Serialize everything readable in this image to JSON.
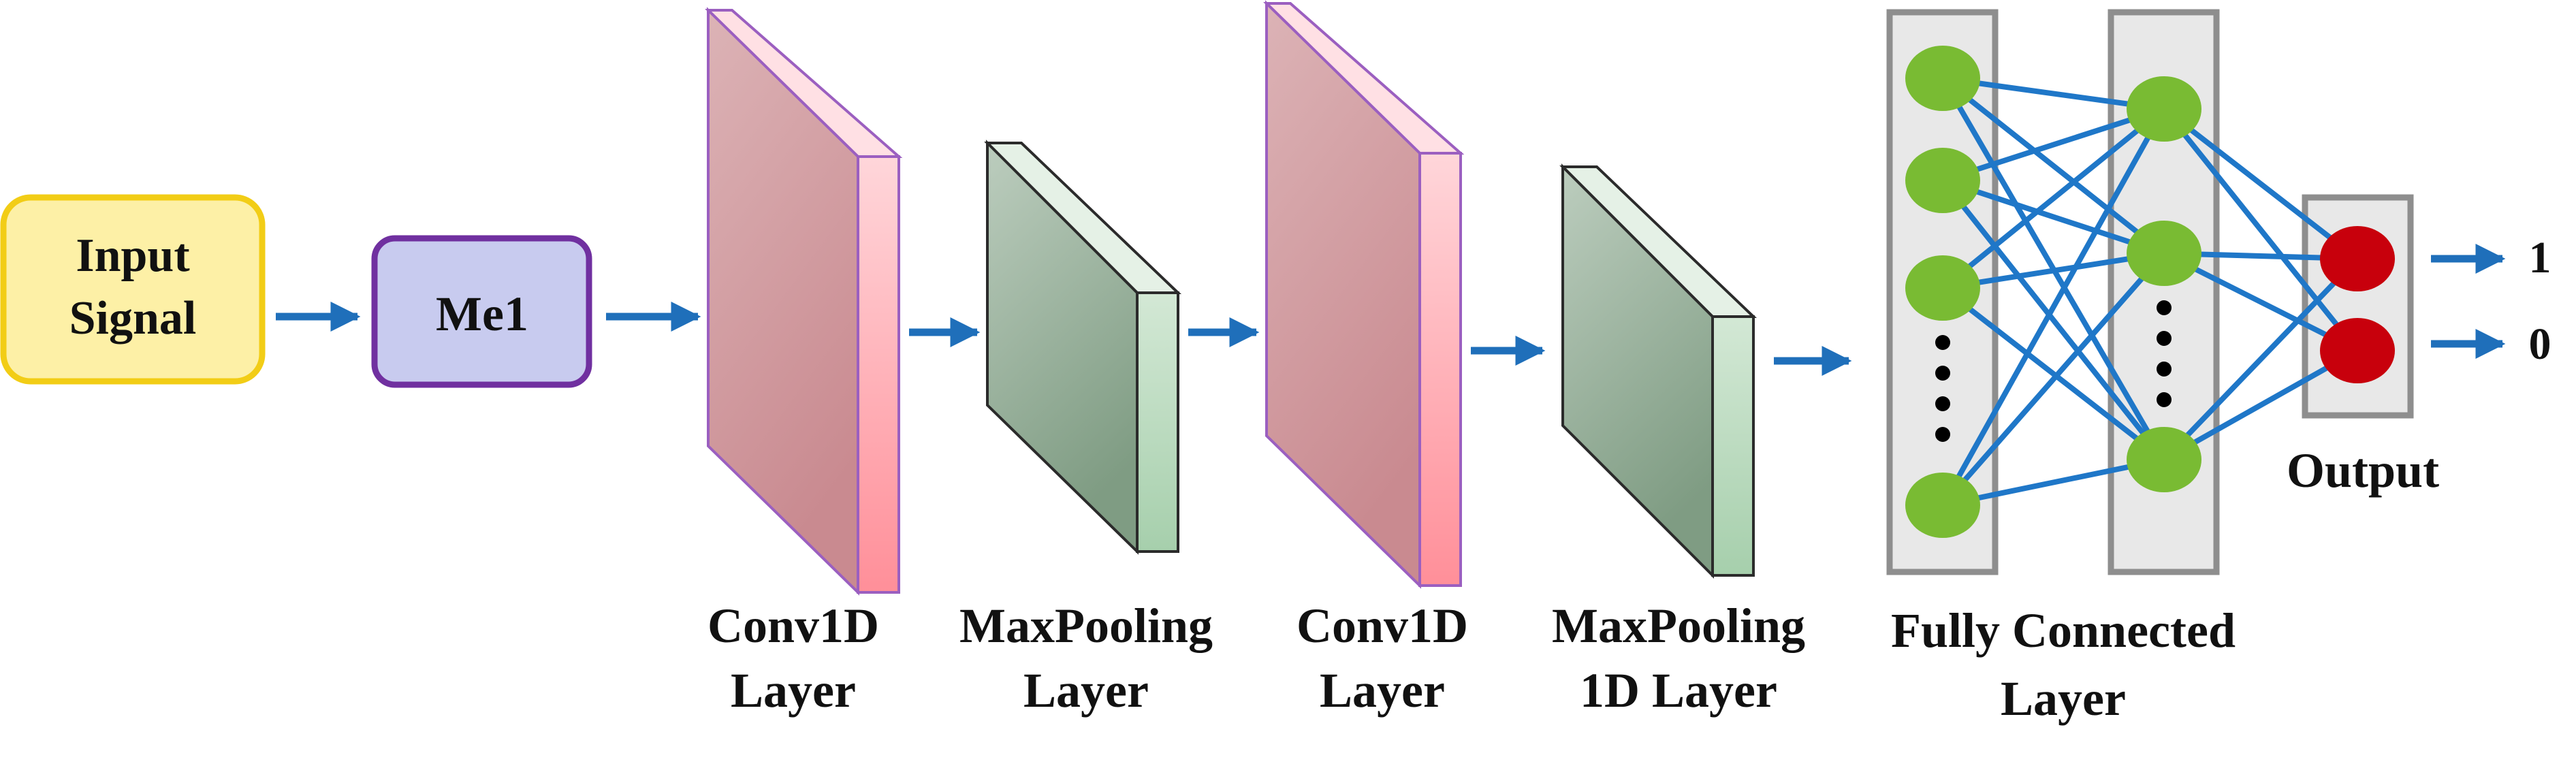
{
  "colors": {
    "input_fill": "#fdf0a6",
    "input_stroke": "#f2cd16",
    "me1_fill": "#c8cbef",
    "me1_stroke": "#7030a0",
    "conv_front_top": "#dcb3b6",
    "conv_front_bottom": "#c98a90",
    "conv_side": "#ff9aa3",
    "conv_top": "#ffe0e4",
    "conv_stroke": "#9b5fc0",
    "pool_front_top": "#b7c9b9",
    "pool_front_bottom": "#809d84",
    "pool_side": "#b4d6b9",
    "pool_top": "#e5f1e6",
    "arrow": "#1f6fba",
    "column_fill": "#e8e8e8",
    "column_stroke": "#8e8e8e",
    "neuron_green": "#79bb33",
    "neuron_red": "#c8000c",
    "connection": "#1f77c8"
  },
  "nodes": {
    "input_signal": {
      "line1": "Input",
      "line2": "Signal"
    },
    "me1": {
      "label": "Me1"
    }
  },
  "layers": {
    "conv1": {
      "line1": "Conv1D",
      "line2": "Layer"
    },
    "pool1": {
      "line1": "MaxPooling",
      "line2": "Layer"
    },
    "conv2": {
      "line1": "Conv1D",
      "line2": "Layer"
    },
    "pool2": {
      "line1": "MaxPooling",
      "line2": "1D Layer"
    },
    "fc": {
      "line1": "Fully Connected",
      "line2": "Layer"
    },
    "output": {
      "label": "Output"
    }
  },
  "outputs": {
    "top": "1",
    "bottom": "0"
  }
}
